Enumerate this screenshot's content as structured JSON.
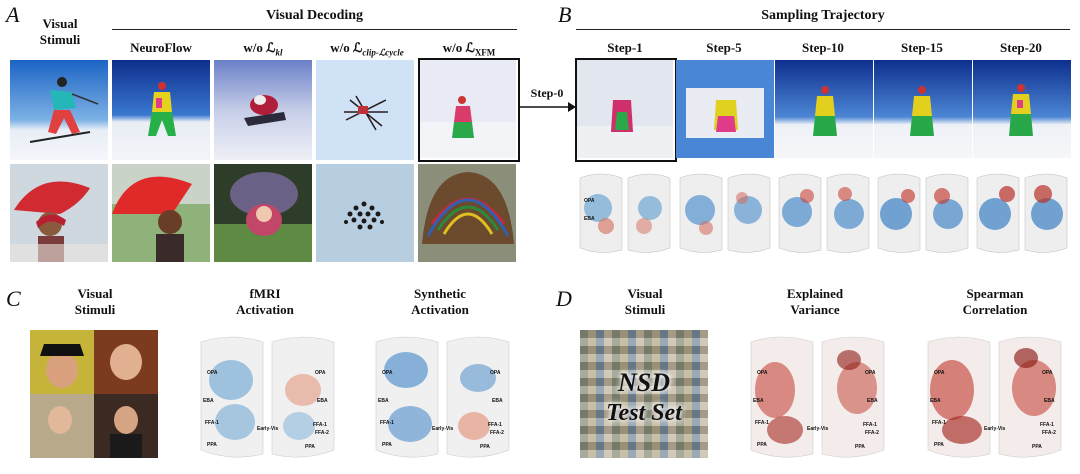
{
  "panels": {
    "A": {
      "letter": "A",
      "stimuli_label_line1": "Visual",
      "stimuli_label_line2": "Stimuli",
      "section_title": "Visual Decoding",
      "columns": [
        "NeuroFlow",
        "w/o ℒ",
        "w/o ℒ",
        "w/o ℒ"
      ],
      "columns_sub": [
        "",
        "kl",
        "clip-ℒcycle",
        "XFM"
      ]
    },
    "B": {
      "letter": "B",
      "section_title": "Sampling Trajectory",
      "arrow_label": "Step-0",
      "steps": [
        "Step-1",
        "Step-5",
        "Step-10",
        "Step-15",
        "Step-20"
      ]
    },
    "C": {
      "letter": "C",
      "stimuli_label_line1": "Visual",
      "stimuli_label_line2": "Stimuli",
      "col2_line1": "fMRI",
      "col2_line2": "Activation",
      "col3_line1": "Synthetic",
      "col3_line2": "Activation"
    },
    "D": {
      "letter": "D",
      "stimuli_label_line1": "Visual",
      "stimuli_label_line2": "Stimuli",
      "col2_line1": "Explained",
      "col2_line2": "Variance",
      "col3_line1": "Spearman",
      "col3_line2": "Correlation",
      "nsd_line1": "NSD",
      "nsd_line2": "Test Set"
    }
  },
  "roi_labels": {
    "opa": "OPA",
    "eba": "EBA",
    "ffa1": "FFA-1",
    "ffa2": "FFA-2",
    "early": "Early-Vis",
    "ppa": "PPA"
  },
  "colors": {
    "sky_blue": "#1f4fb0",
    "snow": "#eef2f8",
    "umbrella_red": "#d8252b",
    "activation_red": "#c0392b",
    "activation_blue": "#2c7bb6"
  }
}
